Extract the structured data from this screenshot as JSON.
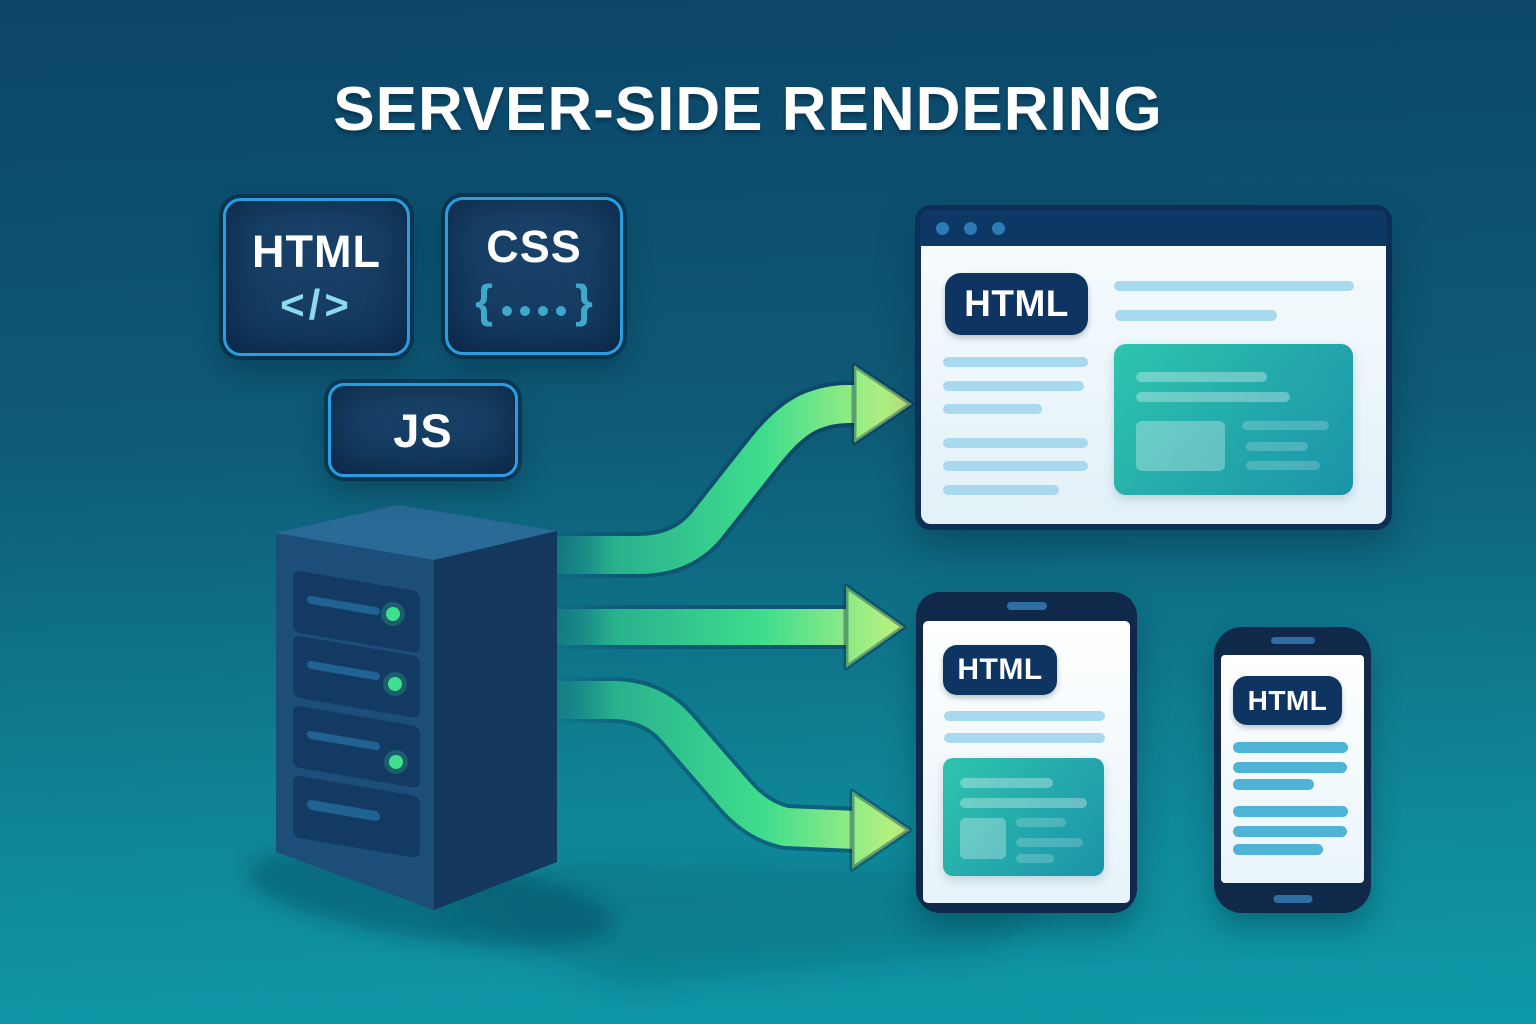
{
  "title": "SERVER-SIDE RENDERING",
  "cards": {
    "html": {
      "label": "HTML",
      "icon": "code-tag-icon",
      "icon_text": "</>"
    },
    "css": {
      "label": "CSS",
      "icon": "braces-icon",
      "brace_open": "{",
      "brace_close": "}",
      "dot_count": 4
    },
    "js": {
      "label": "JS"
    }
  },
  "server": {
    "name": "server tower",
    "rack_slots": 4,
    "led_count": 3,
    "led_color": "#3fe08d"
  },
  "arrows": {
    "count": 3,
    "color_body": "#3fdd8c",
    "color_tip": "#c6f480",
    "targets": [
      "browser",
      "tablet",
      "phone"
    ]
  },
  "devices": {
    "browser": {
      "badge": "HTML",
      "window_controls": "three-dots"
    },
    "tablet": {
      "badge": "HTML"
    },
    "phone": {
      "badge": "HTML"
    }
  },
  "colors": {
    "bg_top": "#0c4468",
    "bg_bottom": "#0e9aa8",
    "navy": "#0e3561",
    "card_border": "#2a9de0",
    "line_blue": "#a8d9ee",
    "phone_line": "#4fb3d6",
    "teal_card_a": "#2fc5ae",
    "teal_card_b": "#1c93a9",
    "arrow_green": "#3fdd8c",
    "arrow_tip": "#c6f480",
    "led_green": "#3fe08d"
  }
}
